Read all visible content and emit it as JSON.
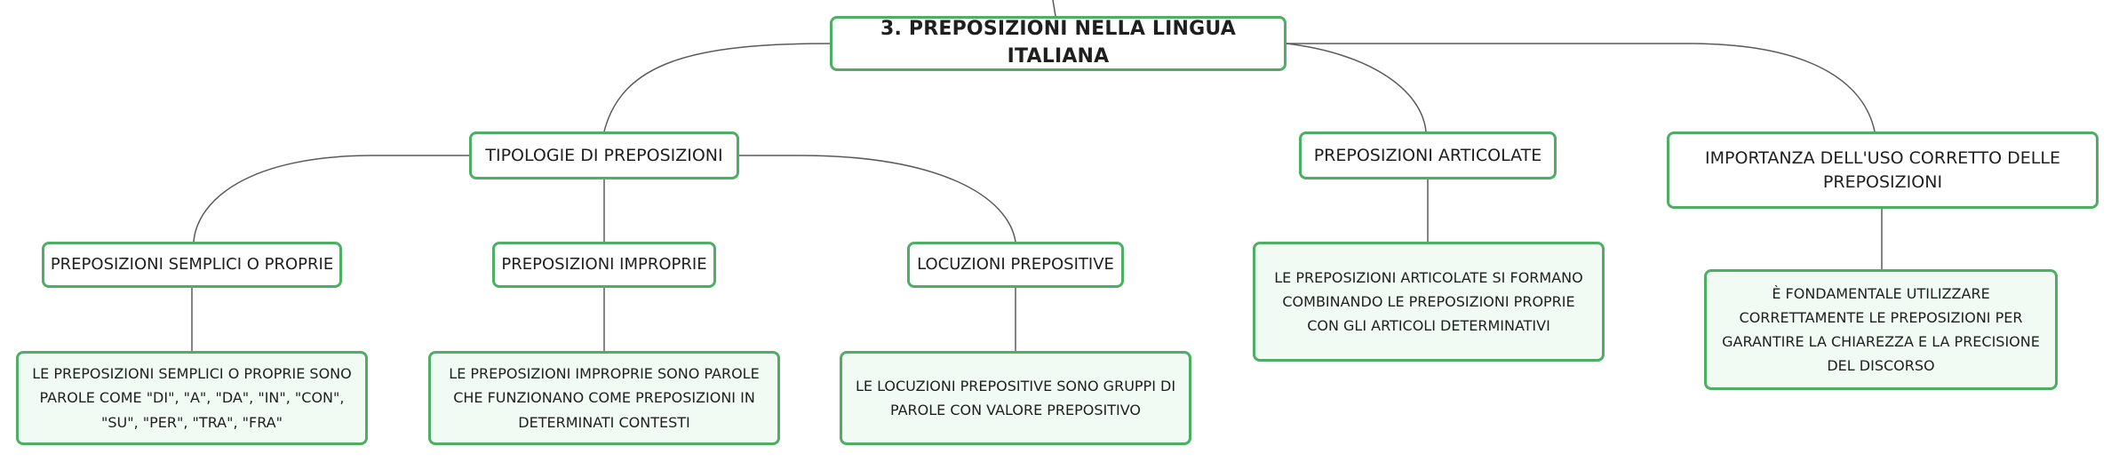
{
  "map": {
    "root": "3. PREPOSIZIONI NELLA LINGUA ITALIANA",
    "tipologie": {
      "label": "TIPOLOGIE DI PREPOSIZIONI",
      "semplici": {
        "label": "PREPOSIZIONI SEMPLICI O PROPRIE",
        "note": "LE PREPOSIZIONI SEMPLICI O PROPRIE SONO PAROLE COME \"DI\", \"A\", \"DA\", \"IN\", \"CON\", \"SU\", \"PER\", \"TRA\", \"FRA\""
      },
      "improprie": {
        "label": "PREPOSIZIONI IMPROPRIE",
        "note": "LE PREPOSIZIONI IMPROPRIE SONO PAROLE CHE FUNZIONANO COME PREPOSIZIONI IN DETERMINATI CONTESTI"
      },
      "locuzioni": {
        "label": "LOCUZIONI PREPOSITIVE",
        "note": "LE LOCUZIONI PREPOSITIVE SONO GRUPPI DI PAROLE CON VALORE PREPOSITIVO"
      }
    },
    "articolate": {
      "label": "PREPOSIZIONI ARTICOLATE",
      "note": "LE PREPOSIZIONI ARTICOLATE SI FORMANO COMBINANDO LE PREPOSIZIONI PROPRIE CON GLI ARTICOLI DETERMINATIVI"
    },
    "importanza": {
      "label": "IMPORTANZA DELL'USO CORRETTO DELLE PREPOSIZIONI",
      "note": "È FONDAMENTALE UTILIZZARE CORRETTAMENTE LE PREPOSIZIONI PER GARANTIRE LA CHIAREZZA E LA PRECISIONE DEL DISCORSO"
    }
  },
  "colors": {
    "node_border": "#4caf63",
    "note_fill": "#f1faf3",
    "connector": "#5a5a5a"
  }
}
